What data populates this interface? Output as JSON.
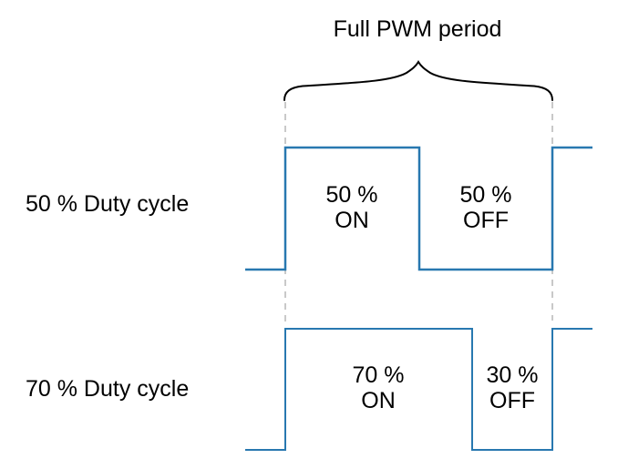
{
  "title": "Full PWM period",
  "colors": {
    "waveform_blue": "#2878b0",
    "dashed_gray": "#c9c9c9",
    "brace_black": "#000000",
    "text_black": "#000000",
    "background": "#ffffff"
  },
  "rows": [
    {
      "label": "50 % Duty cycle",
      "duty_cycle_percent": 50,
      "on": {
        "value": "50 %",
        "state": "ON"
      },
      "off": {
        "value": "50 %",
        "state": "OFF"
      }
    },
    {
      "label": "70 % Duty cycle",
      "duty_cycle_percent": 70,
      "on": {
        "value": "70 %",
        "state": "ON"
      },
      "off": {
        "value": "30 %",
        "state": "OFF"
      }
    }
  ],
  "waveform_description": {
    "type": "pwm-timing-diagram",
    "period_marker": "Full PWM period",
    "signals": [
      {
        "name": "50 % Duty cycle",
        "on_fraction": 0.5,
        "off_fraction": 0.5
      },
      {
        "name": "70 % Duty cycle",
        "on_fraction": 0.7,
        "off_fraction": 0.3
      }
    ]
  }
}
